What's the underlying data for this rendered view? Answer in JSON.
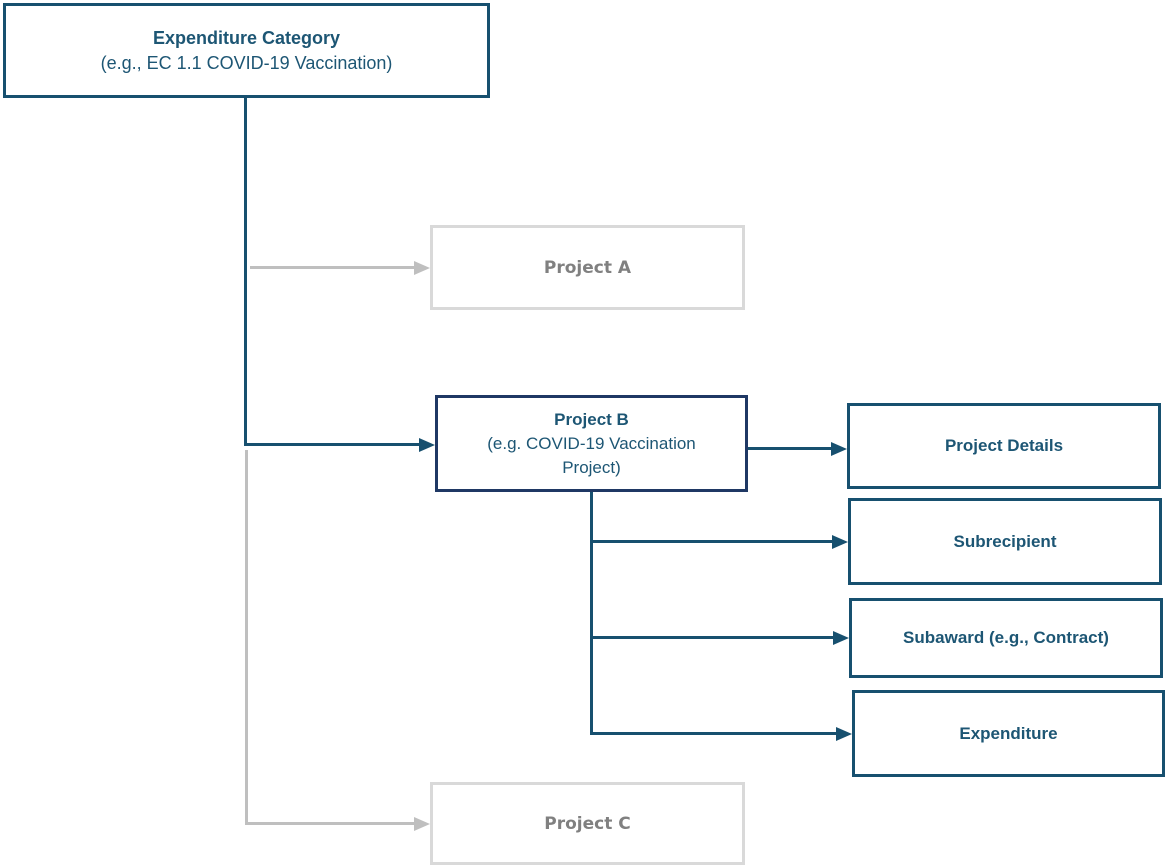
{
  "diagram": {
    "root": {
      "title": "Expenditure Category",
      "subtitle": "(e.g., EC 1.1 COVID-19 Vaccination)"
    },
    "projects": {
      "a": {
        "label": "Project A",
        "state": "inactive"
      },
      "b": {
        "title": "Project B",
        "subtitle": "(e.g. COVID-19 Vaccination Project)",
        "state": "active"
      },
      "c": {
        "label": "Project C",
        "state": "inactive"
      }
    },
    "details": [
      {
        "label": "Project Details"
      },
      {
        "label": "Subrecipient"
      },
      {
        "label": "Subaward (e.g., Contract)"
      },
      {
        "label": "Expenditure"
      }
    ],
    "colors": {
      "steel_blue": "#17506F",
      "dark_navy": "#1F3864",
      "text_navy": "#1D5674",
      "gray_border": "#D9D9D9",
      "gray_text": "#808080",
      "gray_line": "#BFBFBF"
    }
  }
}
